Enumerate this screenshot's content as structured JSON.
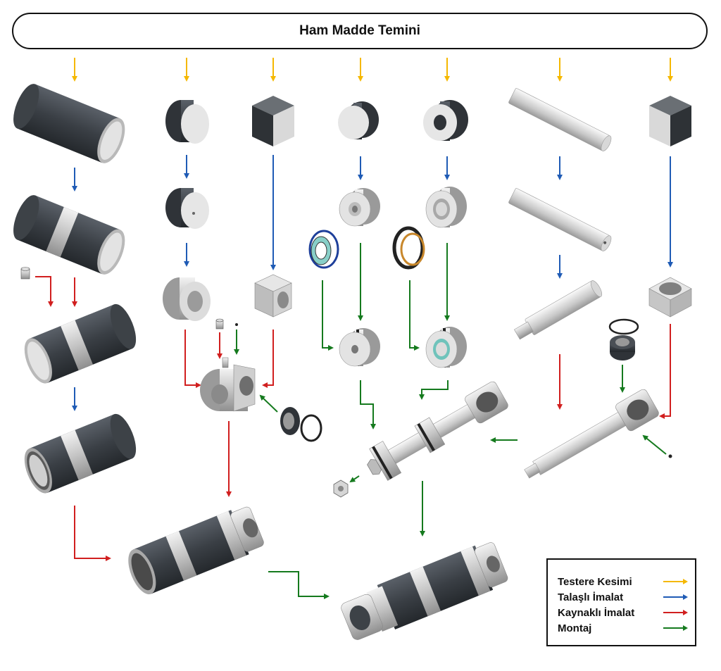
{
  "header": {
    "title": "Ham Madde Temini"
  },
  "legend": {
    "items": [
      {
        "label": "Testere Kesimi",
        "color": "#F5B800"
      },
      {
        "label": "Talaşlı İmalat",
        "color": "#1F5BB5"
      },
      {
        "label": "Kaynaklı İmalat",
        "color": "#D11F1F"
      },
      {
        "label": "Montaj",
        "color": "#157A1E"
      }
    ]
  },
  "parts": [
    "tube-raw",
    "round-bar-raw",
    "square-block-raw",
    "small-disc-raw",
    "ring-raw",
    "rod-bar-raw",
    "square-block-raw-2",
    "tube-machined",
    "round-bar-machined",
    "piston-machined",
    "gland-machined",
    "rod-machined",
    "barrel-welded",
    "rear-cap",
    "rear-block",
    "rod-end",
    "eye-block",
    "piston-assembly",
    "rod-assembly",
    "cylinder-complete"
  ]
}
